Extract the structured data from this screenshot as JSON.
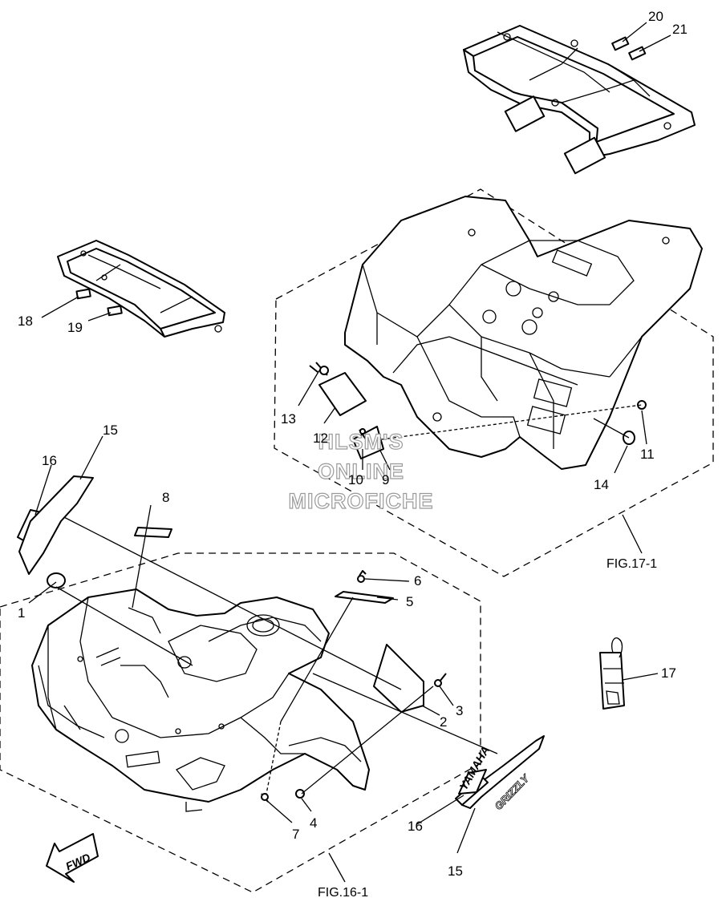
{
  "callouts": [
    {
      "id": "c1",
      "text": "1"
    },
    {
      "id": "c2",
      "text": "2"
    },
    {
      "id": "c3",
      "text": "3"
    },
    {
      "id": "c4",
      "text": "4"
    },
    {
      "id": "c5",
      "text": "5"
    },
    {
      "id": "c6",
      "text": "6"
    },
    {
      "id": "c7",
      "text": "7"
    },
    {
      "id": "c8",
      "text": "8"
    },
    {
      "id": "c9",
      "text": "9"
    },
    {
      "id": "c10",
      "text": "10"
    },
    {
      "id": "c11",
      "text": "11"
    },
    {
      "id": "c12",
      "text": "12"
    },
    {
      "id": "c13",
      "text": "13"
    },
    {
      "id": "c14",
      "text": "14"
    },
    {
      "id": "c15a",
      "text": "15"
    },
    {
      "id": "c15b",
      "text": "15"
    },
    {
      "id": "c16a",
      "text": "16"
    },
    {
      "id": "c16b",
      "text": "16"
    },
    {
      "id": "c17",
      "text": "17"
    },
    {
      "id": "c18",
      "text": "18"
    },
    {
      "id": "c19",
      "text": "19"
    },
    {
      "id": "c20",
      "text": "20"
    },
    {
      "id": "c21",
      "text": "21"
    }
  ],
  "figure_refs": {
    "rear": "FIG.17-1",
    "front": "FIG.16-1"
  },
  "watermark": {
    "line1": "HLSM'S",
    "line2": "ONLINE",
    "line3": "MICROFICHE"
  },
  "fwd_label": "FWD",
  "decals": {
    "grizzly": "GRIZZLY",
    "brand": "YAMAHA"
  }
}
